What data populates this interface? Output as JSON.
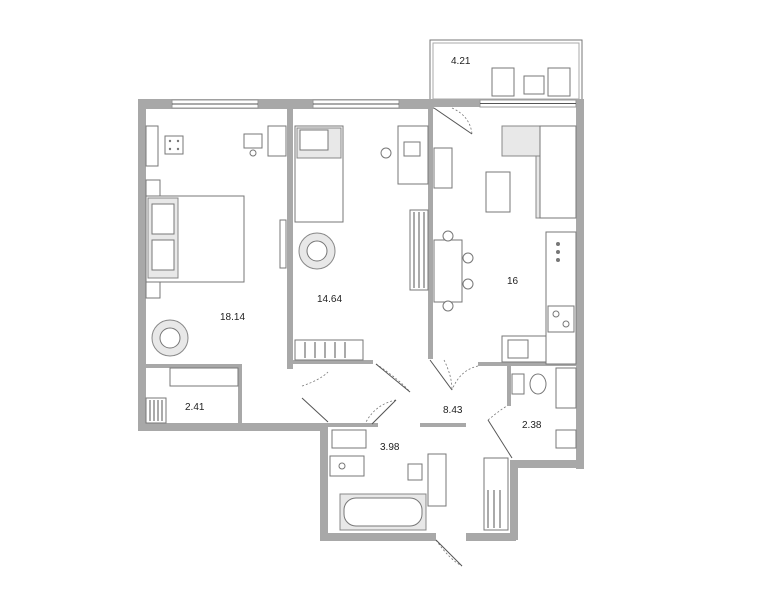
{
  "rooms": [
    {
      "id": "bedroom-1",
      "area": "18.14"
    },
    {
      "id": "bedroom-2",
      "area": "14.64"
    },
    {
      "id": "kitchen-living",
      "area": "16"
    },
    {
      "id": "balcony",
      "area": "4.21"
    },
    {
      "id": "hall",
      "area": "8.43"
    },
    {
      "id": "storage",
      "area": "2.41"
    },
    {
      "id": "bathroom",
      "area": "3.98"
    },
    {
      "id": "toilet",
      "area": "2.38"
    }
  ],
  "colors": {
    "wall": "#a8a8a8",
    "furniture_fill": "#e8e8e8",
    "line": "#555555"
  }
}
